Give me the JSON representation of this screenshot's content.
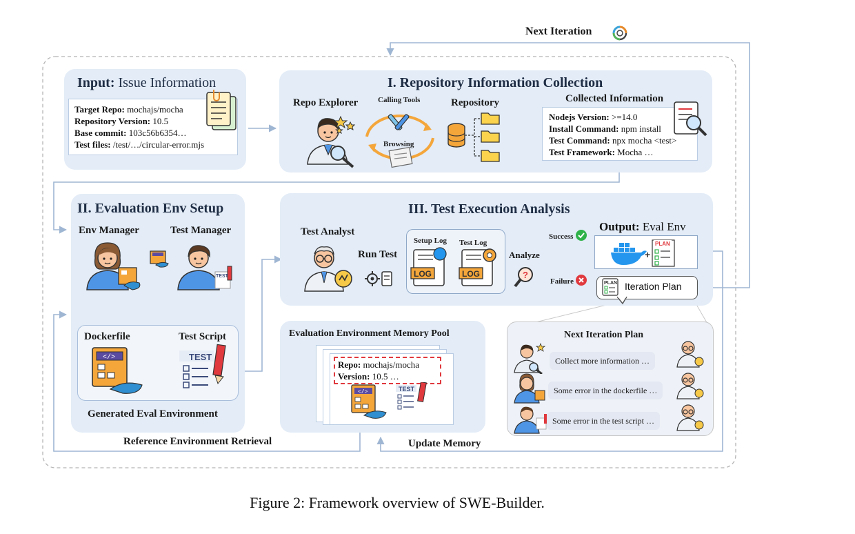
{
  "top": {
    "next_iteration": "Next Iteration"
  },
  "input": {
    "title_bold": "Input:",
    "title_rest": " Issue Information",
    "rows": [
      {
        "k": "Target Repo:",
        "v": " mochajs/mocha"
      },
      {
        "k": "Repository Version:",
        "v": " 10.5"
      },
      {
        "k": "Base commit:",
        "v": " 103c56b6354…"
      },
      {
        "k": "Test files:",
        "v": " /test/…/circular-error.mjs"
      }
    ]
  },
  "stage1": {
    "title": "I. Repository Information Collection",
    "repo_explorer": "Repo Explorer",
    "calling_tools": "Calling Tools",
    "browsing": "Browsing",
    "repository": "Repository",
    "collected": "Collected Information",
    "rows": [
      {
        "k": "Nodejs Version:",
        "v": " >=14.0"
      },
      {
        "k": "Install Command:",
        "v": " npm install"
      },
      {
        "k": "Test Command:",
        "v": " npx mocha <test>"
      },
      {
        "k": "Test Framework:",
        "v": "  Mocha …"
      }
    ]
  },
  "stage2": {
    "title": "II. Evaluation Env Setup",
    "env_manager": "Env Manager",
    "test_manager": "Test Manager",
    "dockerfile": "Dockerfile",
    "test_script": "Test Script",
    "generated": "Generated Eval Environment",
    "test_tag": "TEST"
  },
  "stage3": {
    "title": "III. Test Execution Analysis",
    "test_analyst": "Test Analyst",
    "run_test": "Run Test",
    "setup_log": "Setup Log",
    "test_log": "Test Log",
    "log_tag": "LOG",
    "analyze": "Analyze",
    "success": "Success",
    "failure": "Failure",
    "output_bold": "Output:",
    "output_rest": " Eval Env",
    "iteration_plan": "Iteration Plan",
    "plan_tag": "PLAN"
  },
  "memory": {
    "title": "Evaluation Environment Memory Pool",
    "repo_k": "Repo:",
    "repo_v": " mochajs/mocha",
    "version_k": "Version:",
    "version_v": " 10.5    …"
  },
  "next_plan": {
    "title": "Next Iteration Plan",
    "items": [
      "Collect more information …",
      "Some error in the dockerfile …",
      "Some error in the test script …"
    ]
  },
  "flows": {
    "reference_retrieval": "Reference Environment Retrieval",
    "update_memory": "Update Memory"
  },
  "caption": "Figure 2: Framework overview of SWE-Builder.",
  "colors": {
    "panel": "#e3ecf7",
    "arrow": "#9fb6d3",
    "skin": "#f7c59f",
    "hair": "#5a3a22",
    "shirt": "#4f95e6",
    "orange": "#f4a63b",
    "success": "#2fb24a",
    "failure": "#e0393e",
    "docker": "#2496ed"
  }
}
